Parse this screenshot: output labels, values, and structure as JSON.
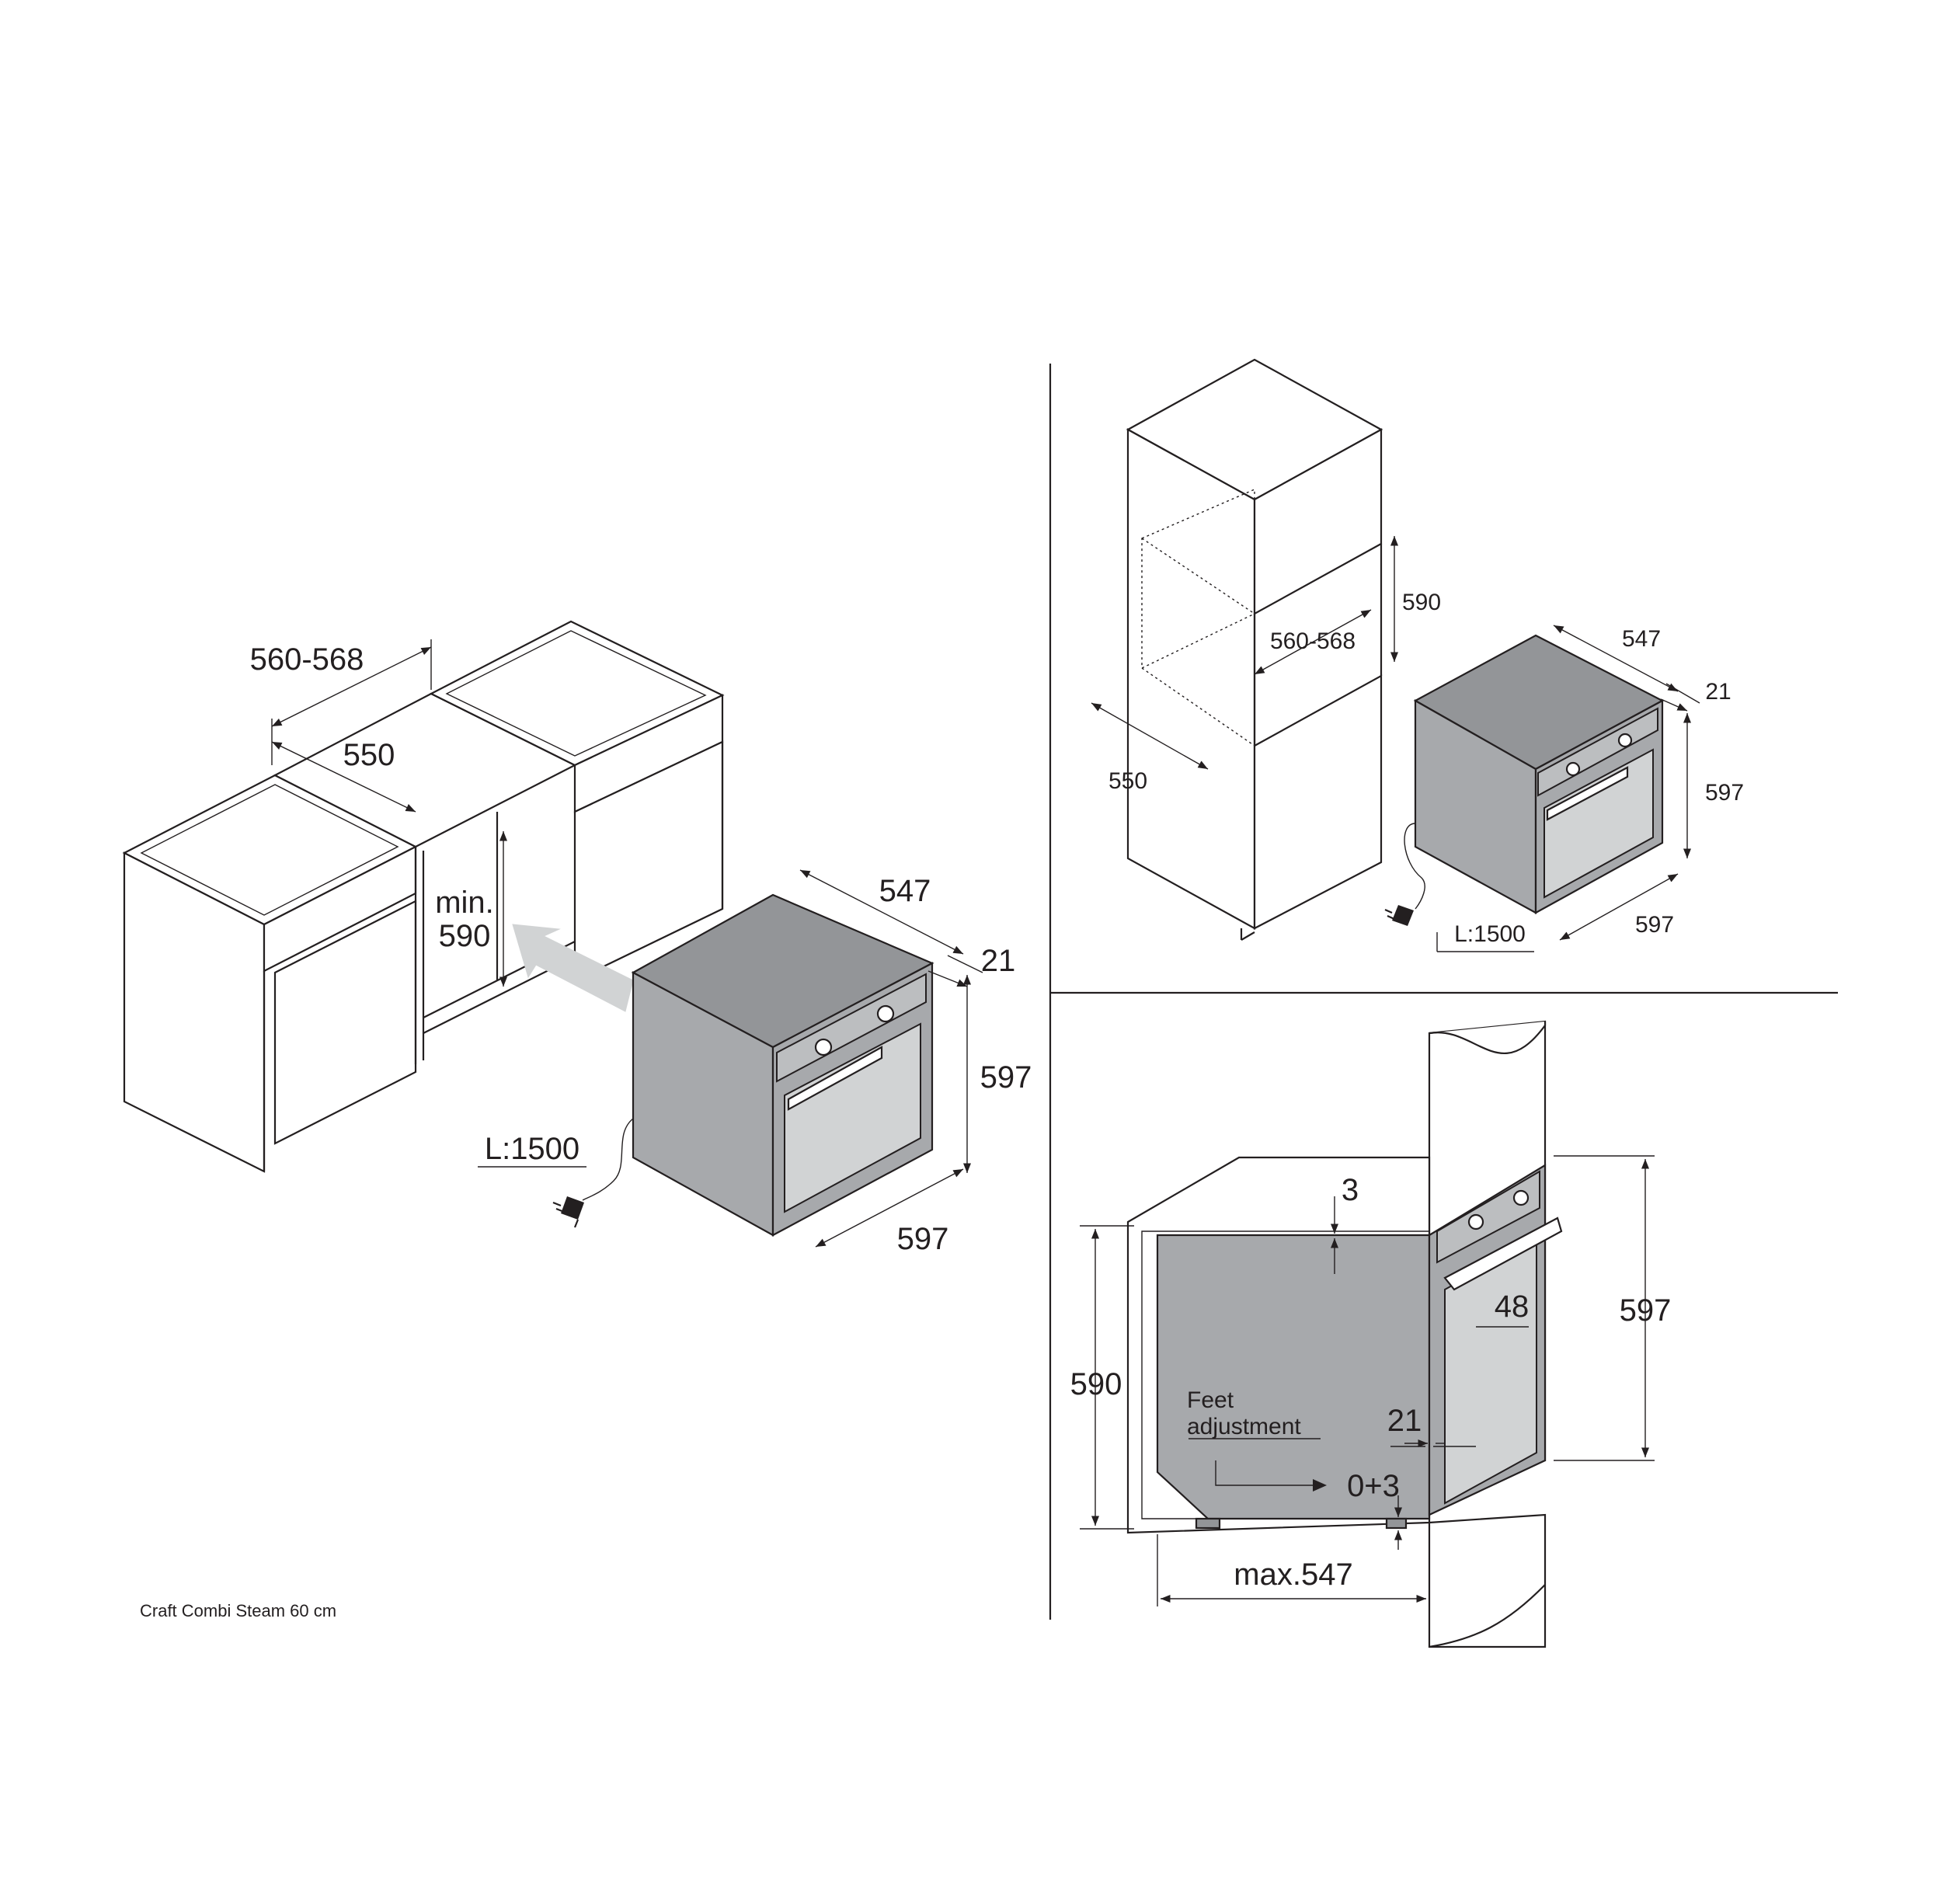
{
  "product_name": "Craft Combi Steam 60 cm",
  "base_cabinet_view": {
    "niche_width": "560-568",
    "niche_depth": "550",
    "niche_height_line1": "min.",
    "niche_height_line2": "590",
    "oven_depth": "547",
    "front_thickness": "21",
    "oven_height": "597",
    "oven_width": "597",
    "cable_length": "L:1500"
  },
  "tall_cabinet_view": {
    "niche_height": "590",
    "niche_width": "560-568",
    "niche_depth": "550",
    "oven_depth": "547",
    "front_thickness": "21",
    "oven_height": "597",
    "oven_width": "597",
    "cable_length": "L:1500"
  },
  "side_section_view": {
    "top_gap": "3",
    "handle_depth": "48",
    "front_height": "597",
    "niche_height": "590",
    "feet_line1": "Feet",
    "feet_line2": "adjustment",
    "front_thickness": "21",
    "feet_range": "0+3",
    "max_depth": "max.547"
  },
  "colors": {
    "line": "#231f20",
    "oven_body": "#a7a9ac",
    "oven_glass": "#d1d3d4",
    "arrow": "#d1d3d4"
  }
}
